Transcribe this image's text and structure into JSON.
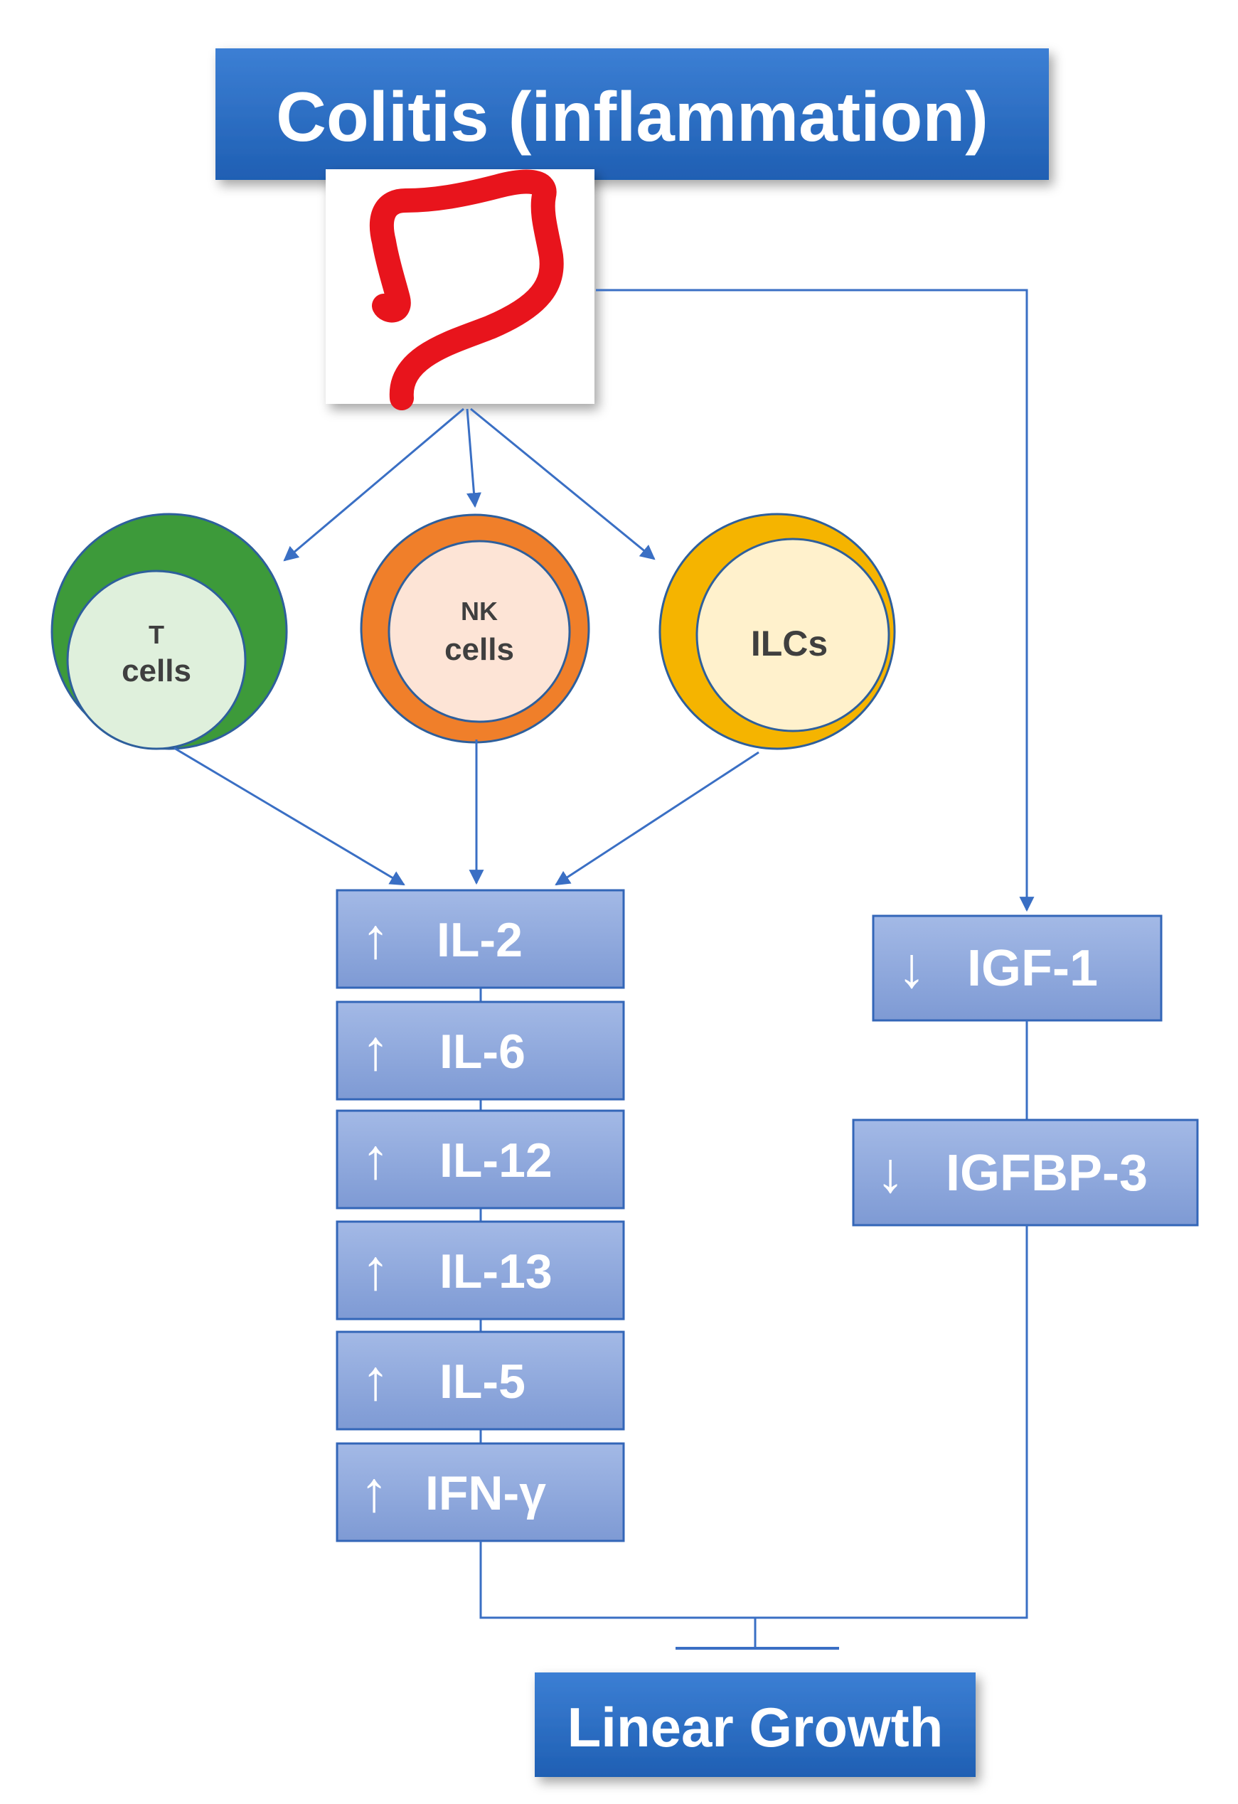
{
  "title": "Colitis (inflammation)",
  "cells": {
    "t_cells": [
      "T",
      "cells"
    ],
    "nk_cells": [
      "NK",
      "cells"
    ],
    "ilcs": [
      "ILCs"
    ]
  },
  "cytokines": [
    {
      "arrow": "↑",
      "label": "IL-2"
    },
    {
      "arrow": "↑",
      "label": "IL-6"
    },
    {
      "arrow": "↑",
      "label": "IL-12"
    },
    {
      "arrow": "↑",
      "label": "IL-13"
    },
    {
      "arrow": "↑",
      "label": "IL-5"
    },
    {
      "arrow": "↑",
      "label": "IFN-γ"
    }
  ],
  "growth_factors": [
    {
      "arrow": "↓",
      "label": "IGF-1"
    },
    {
      "arrow": "↓",
      "label": "IGFBP-3"
    }
  ],
  "outcome": "Linear Growth",
  "colors": {
    "title_box": "#2a6cc0",
    "cytokine_box": "#8fa9dc",
    "box_border": "#3366b8",
    "connector": "#3a6fc4",
    "colon": "#e8141c",
    "t_outer": "#3d9a3a",
    "t_inner": "#dff0dc",
    "nk_outer": "#f07f2a",
    "nk_inner": "#fde4d6",
    "ilc_outer": "#f5b400",
    "ilc_inner": "#fff1cc"
  }
}
